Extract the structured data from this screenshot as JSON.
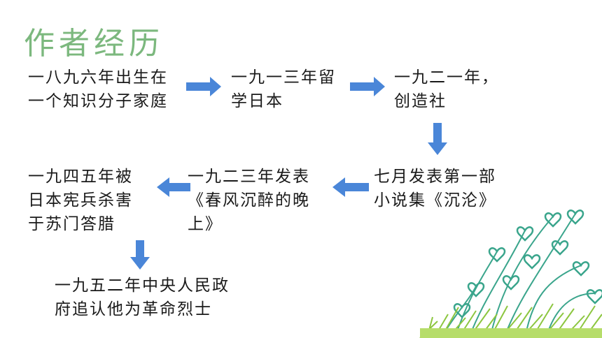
{
  "title": "作者经历",
  "nodes": [
    {
      "text": "一八九六年出生在\n一个知识分子家庭"
    },
    {
      "text": "一九一三年留\n学日本"
    },
    {
      "text": "一九二一年，\n创造社"
    },
    {
      "text": "七月发表第一部\n小说集《沉沦》"
    },
    {
      "text": "一九二三年发表\n《春风沉醉的晚\n上》"
    },
    {
      "text": "一九四五年被\n日本宪兵杀害\n于苏门答腊"
    },
    {
      "text": "一九五二年中央人民政\n府追认他为革命烈士"
    }
  ],
  "colors": {
    "title": "#7cb87e",
    "arrow": "#4a86d8",
    "text": "#1a1a1a",
    "grass": "#8cc63f",
    "stem": "#3aa58c"
  }
}
